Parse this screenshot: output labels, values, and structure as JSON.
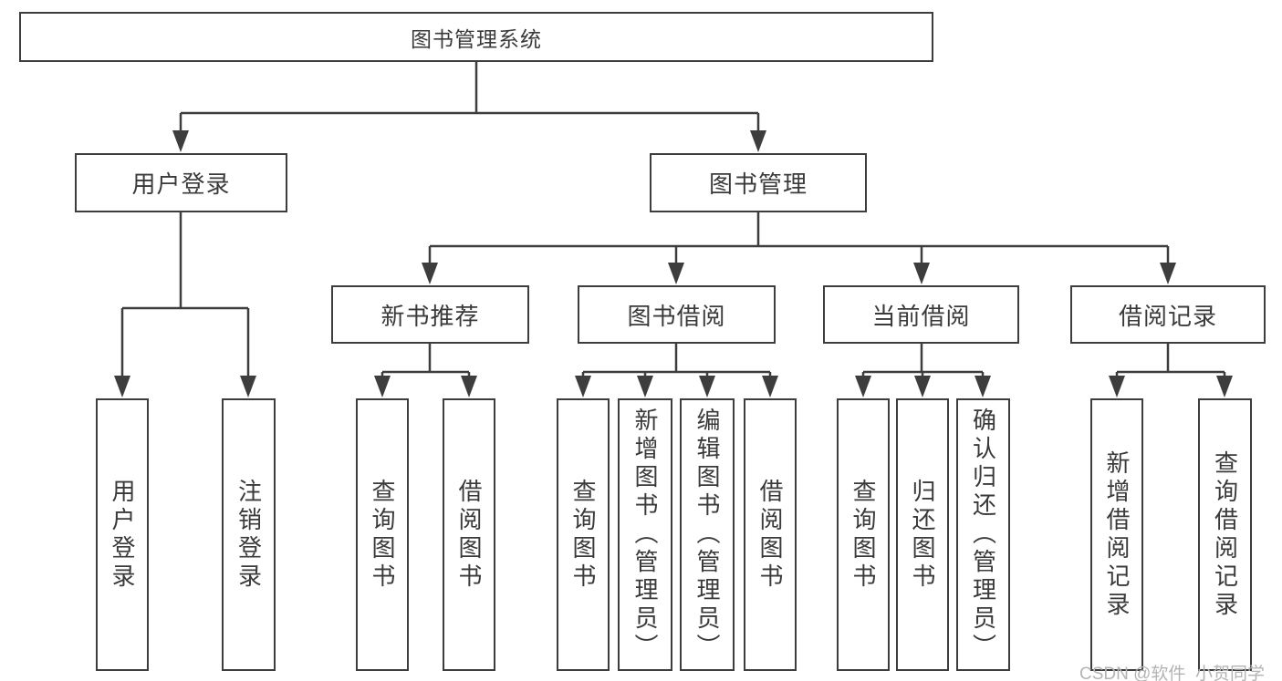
{
  "diagram": {
    "root": {
      "label": "图书管理系统"
    },
    "level2": [
      {
        "label": "用户登录"
      },
      {
        "label": "图书管理"
      }
    ],
    "level3": [
      {
        "label": "新书推荐"
      },
      {
        "label": "图书借阅"
      },
      {
        "label": "当前借阅"
      },
      {
        "label": "借阅记录"
      }
    ],
    "leaves": [
      {
        "label": "用户登录"
      },
      {
        "label": "注销登录"
      },
      {
        "label": "查询图书"
      },
      {
        "label": "借阅图书"
      },
      {
        "label": "查询图书"
      },
      {
        "label": "新增图书（管理员）"
      },
      {
        "label": "编辑图书（管理员）"
      },
      {
        "label": "借阅图书"
      },
      {
        "label": "查询图书"
      },
      {
        "label": "归还图书"
      },
      {
        "label": "确认归还（管理员）"
      },
      {
        "label": "新增借阅记录"
      },
      {
        "label": "查询借阅记录"
      }
    ],
    "colors": {
      "line": "#3d3d3d",
      "text": "#3a3a3a",
      "background": "#ffffff"
    }
  },
  "watermark": {
    "text": "CSDN @软件_小贺同学",
    "color": "#b3b3b3"
  }
}
